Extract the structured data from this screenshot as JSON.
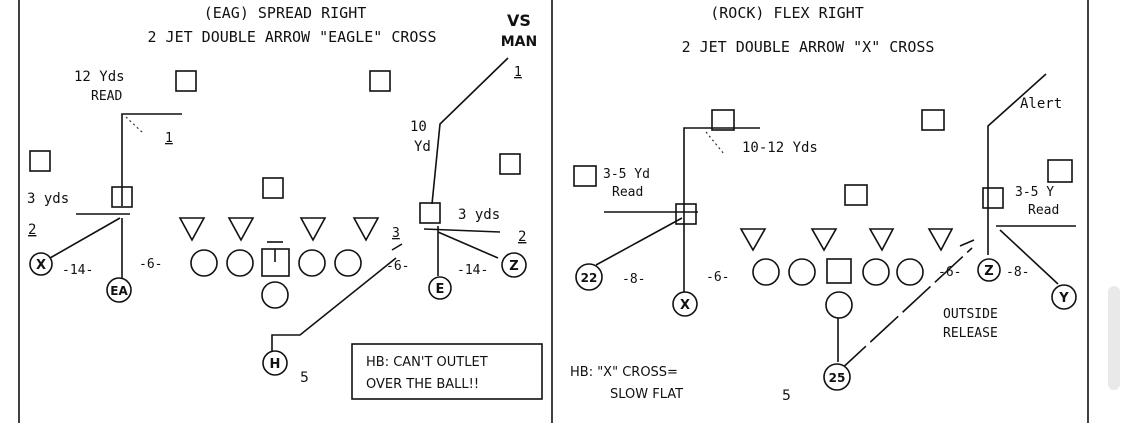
{
  "left": {
    "title_1": "(EAG) SPREAD RIGHT",
    "title_2": "2 JET DOUBLE ARROW \"EAGLE\" CROSS",
    "vs_1": "VS",
    "vs_2": "MAN",
    "yds12": "12 Yds",
    "read": "READ",
    "num_1a": "1",
    "num_1b": "1",
    "yds10_a": "10",
    "yds10_b": "Yd",
    "yds3_left": "3 yds",
    "num_2_left": "2",
    "yds3_right": "3 yds",
    "num_2_right": "2",
    "num_3": "3",
    "split_14_left": "-14-",
    "split_6_left": "-6-",
    "split_6_right": "-6-",
    "split_14_right": "-14-",
    "player_x": "X",
    "player_ea": "EA",
    "player_e": "E",
    "player_z": "Z",
    "player_h": "H",
    "num_5": "5",
    "note_1": "HB: CAN'T OUTLET",
    "note_2": "OVER THE BALL!!"
  },
  "right": {
    "title_1": "(ROCK) FLEX RIGHT",
    "title_2": "2 JET DOUBLE ARROW \"X\" CROSS",
    "alert": "Alert",
    "yds10_12": "10-12 Yds",
    "yd35_a": "3-5 Yd",
    "yd35_b": "Read",
    "yd35_right_a": "3-5 Y",
    "yd35_right_b": "Read",
    "split_8_left": "-8-",
    "split_6": "-6-",
    "split_6_right": "-6-",
    "split_8_right": "-8-",
    "player_22": "22",
    "player_x": "X",
    "player_z": "Z",
    "player_y": "Y",
    "player_25": "25",
    "outside_1": "OUTSIDE",
    "outside_2": "RELEASE",
    "hb_1": "HB: \"X\" CROSS=",
    "hb_2": "SLOW FLAT",
    "num_5": "5"
  }
}
